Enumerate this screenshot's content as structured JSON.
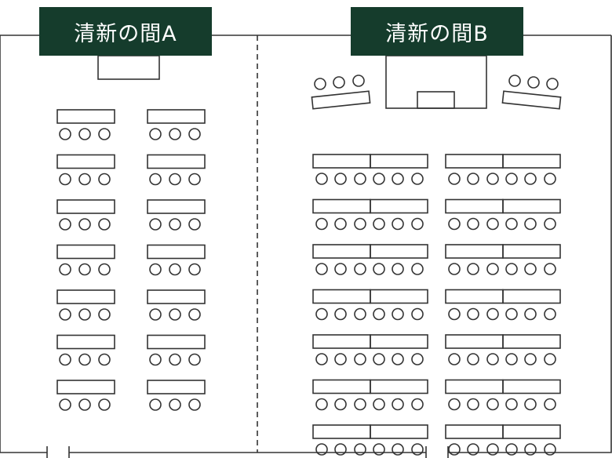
{
  "rooms": [
    {
      "id": "A",
      "label": "清新の間A",
      "layout": "classroom",
      "table_rows": 7,
      "table_columns": 2,
      "seats_per_table": 3
    },
    {
      "id": "B",
      "label": "清新の間B",
      "layout": "classroom",
      "table_rows": 7,
      "table_columns": 2,
      "tables_per_group": 2,
      "seats_per_table": 3,
      "side_tables": 2,
      "seats_per_side_table": 3
    }
  ],
  "colors": {
    "label_background": "#153c2c",
    "label_text": "#ffffff",
    "line": "#333333",
    "background": "#ffffff"
  }
}
